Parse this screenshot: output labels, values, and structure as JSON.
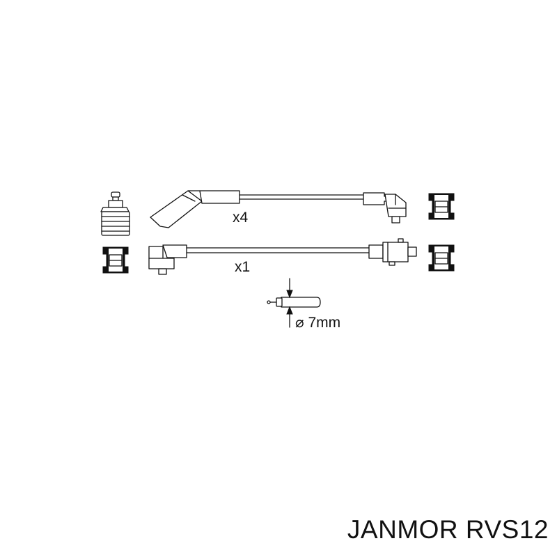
{
  "diagram": {
    "labels": {
      "wire_x4": "x4",
      "wire_x1": "x1",
      "diameter": "⌀ 7mm"
    }
  },
  "caption": "JANMOR RVS12"
}
